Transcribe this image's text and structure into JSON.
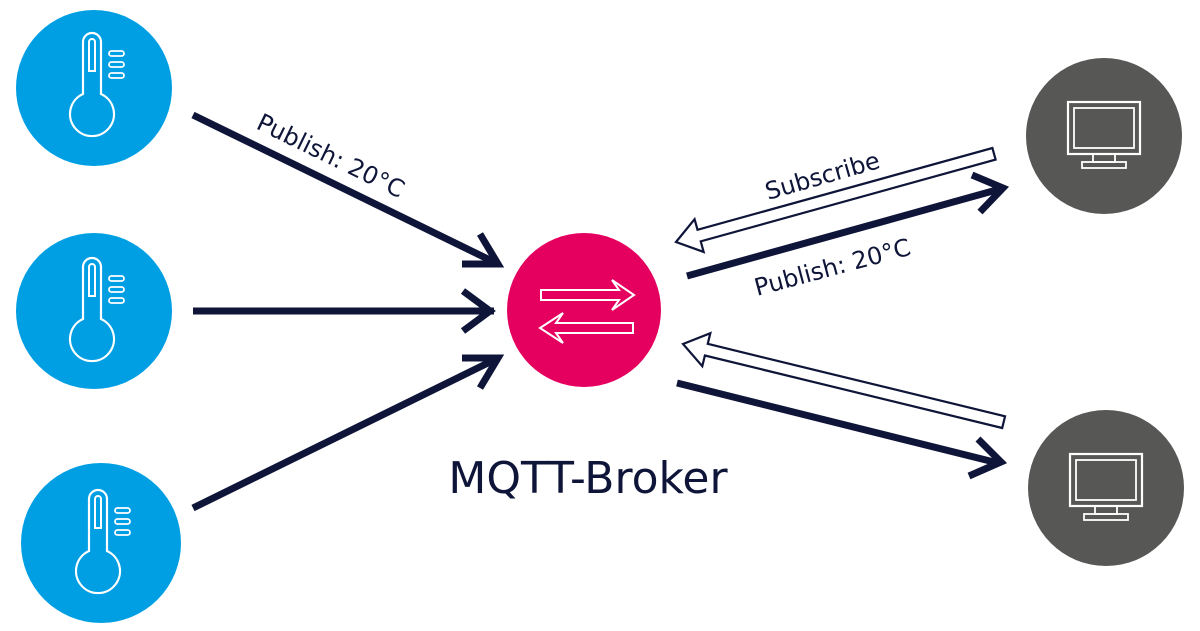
{
  "broker": {
    "label": "MQTT-Broker"
  },
  "labels": {
    "sensor_publish": "Publish: 20°C",
    "client_subscribe": "Subscribe",
    "client_publish": "Publish: 20°C"
  },
  "icons": {
    "sensor": "thermometer-icon",
    "broker": "exchange-arrows-icon",
    "client": "monitor-icon"
  },
  "colors": {
    "sensor": "#009fe3",
    "broker": "#e5005f",
    "client": "#575756",
    "arrow": "#0e1538"
  }
}
